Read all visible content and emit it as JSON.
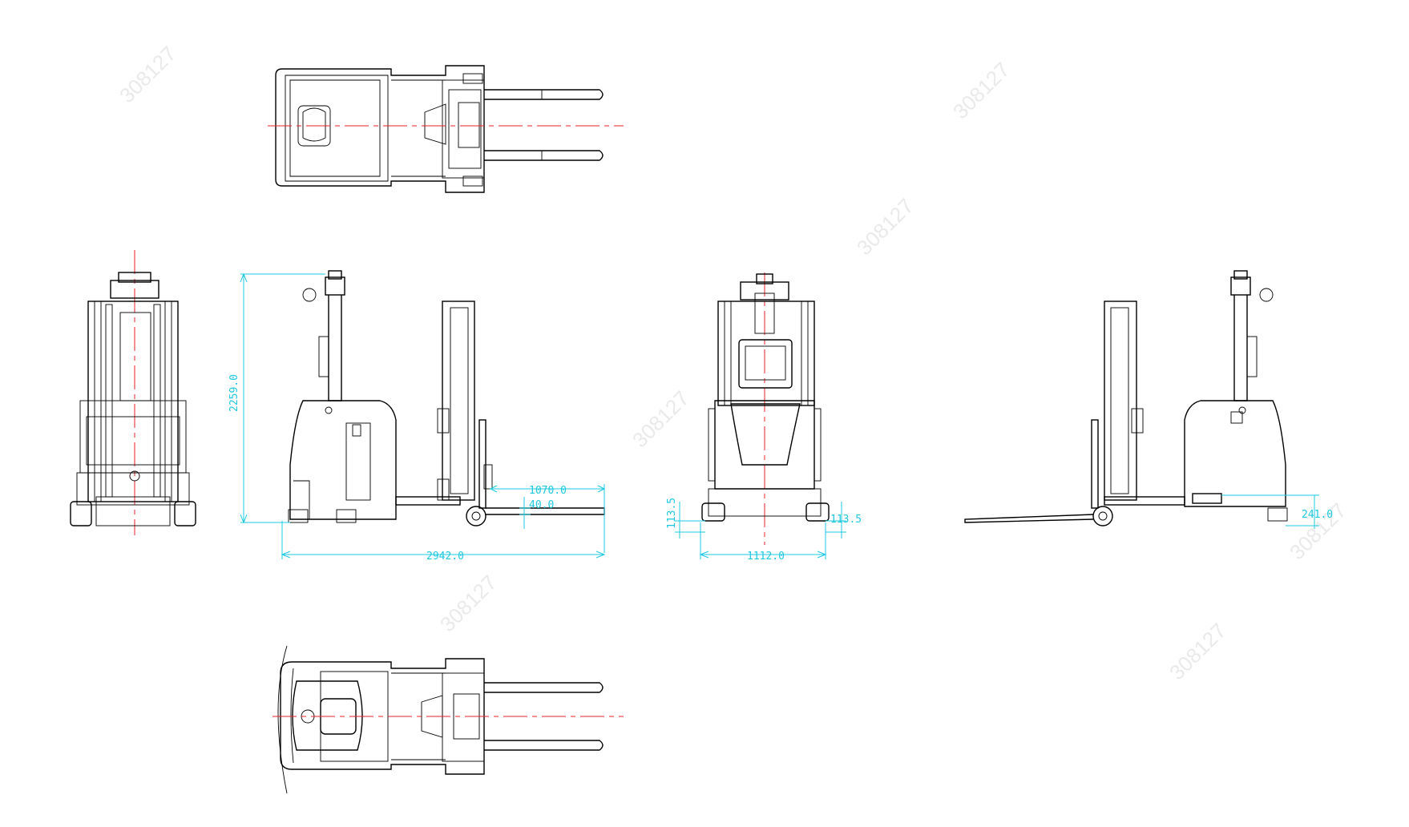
{
  "dimensions": {
    "height_total": "2259.0",
    "length_total": "2942.0",
    "fork_length": "1070.0",
    "fork_thickness": "40.0",
    "ground_clearance_left": "113.5",
    "ground_clearance_right": "113.5",
    "width_total": "1112.0",
    "side_right": "241.0"
  },
  "watermark": "308127",
  "colors": {
    "line": "#000000",
    "centerline": "#e8202a",
    "dimension": "#1ec8e0"
  }
}
